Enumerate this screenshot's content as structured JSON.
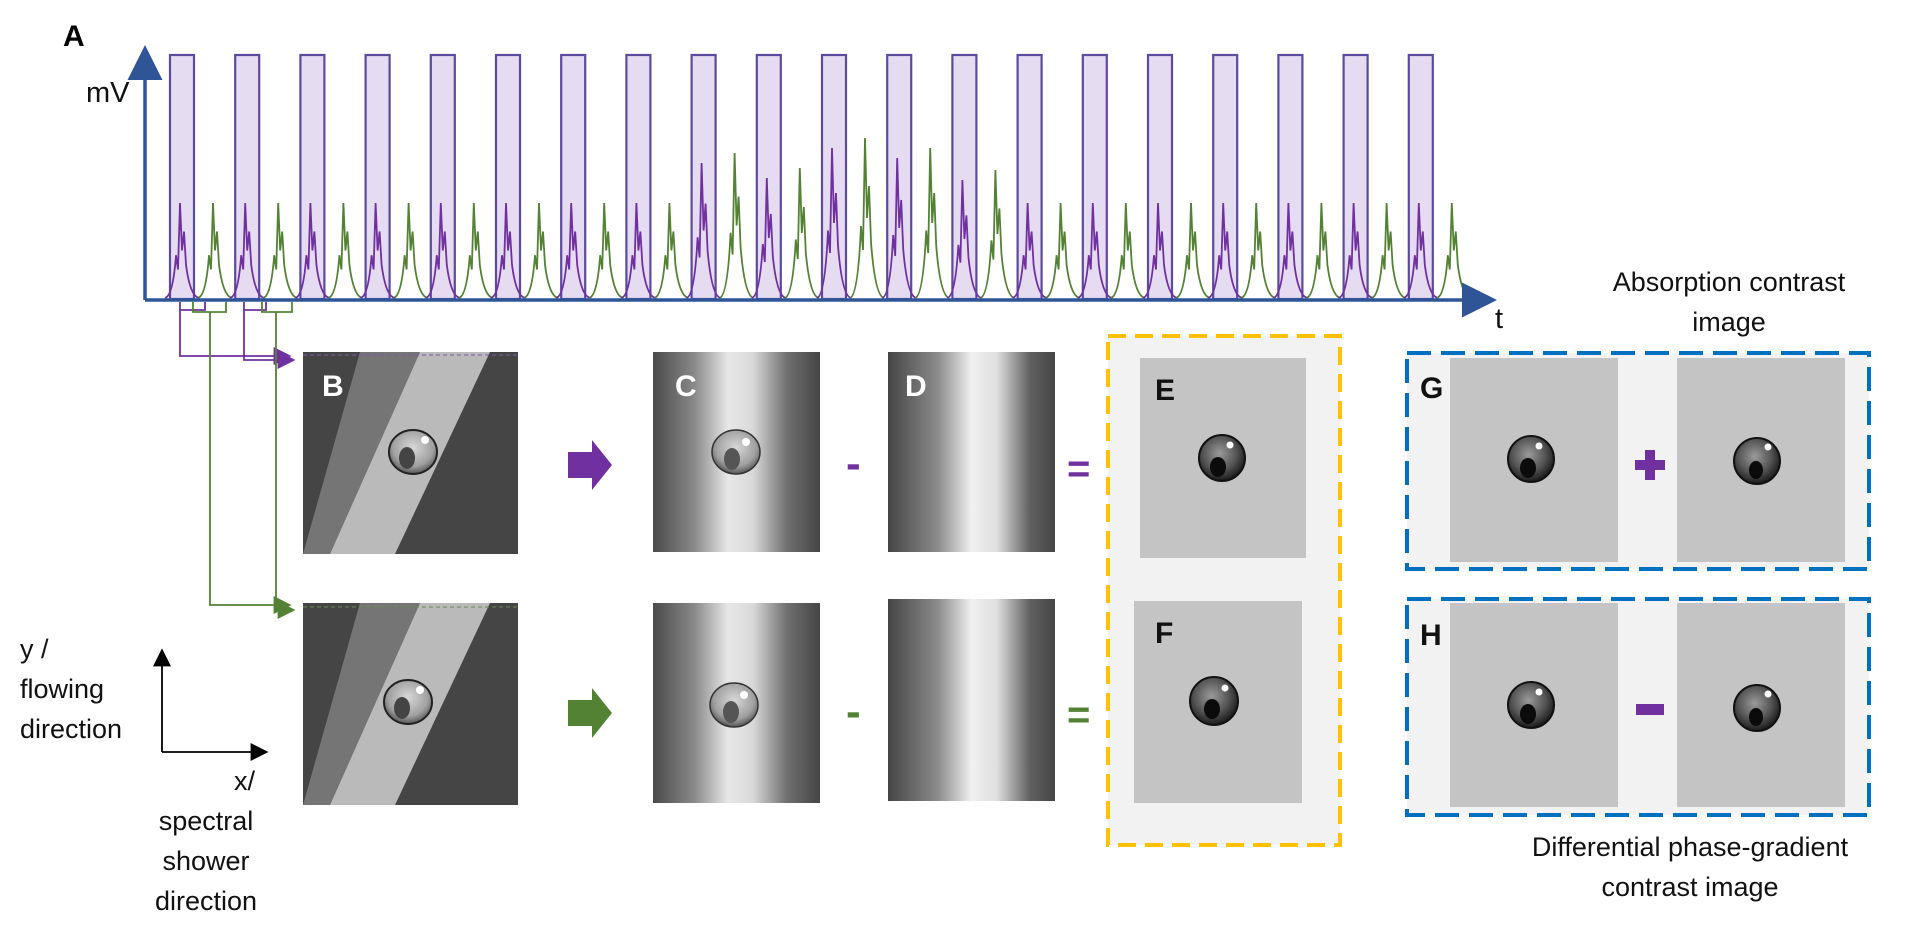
{
  "panel_labels": {
    "A": "A",
    "B": "B",
    "C": "C",
    "D": "D",
    "E": "E",
    "F": "F",
    "G": "G",
    "H": "H"
  },
  "axis": {
    "y_label": "mV",
    "x_label": "t"
  },
  "operators": {
    "minus": "-",
    "equals": "=",
    "plus": "+"
  },
  "captions": {
    "absorption": [
      "Absorption contrast",
      "image"
    ],
    "differential": [
      "Differential phase-gradient",
      "contrast image"
    ],
    "y_direction": [
      "y /",
      "flowing",
      "direction"
    ],
    "x_direction": [
      "x/",
      "spectral",
      "shower",
      "direction"
    ]
  },
  "colors": {
    "axis_blue": "#2f5597",
    "purple": "#7030a0",
    "purple_fill": "#e6dcf2",
    "purple_box": "#5b4a9e",
    "green": "#548235",
    "orange_dash": "#ffc000",
    "blue_dash": "#0070c0",
    "panel_bg": "#f2f2f2",
    "cell_gray": "#c8c8c8"
  },
  "pulse_train": {
    "window_count": 20,
    "peak_pairs": 20
  }
}
